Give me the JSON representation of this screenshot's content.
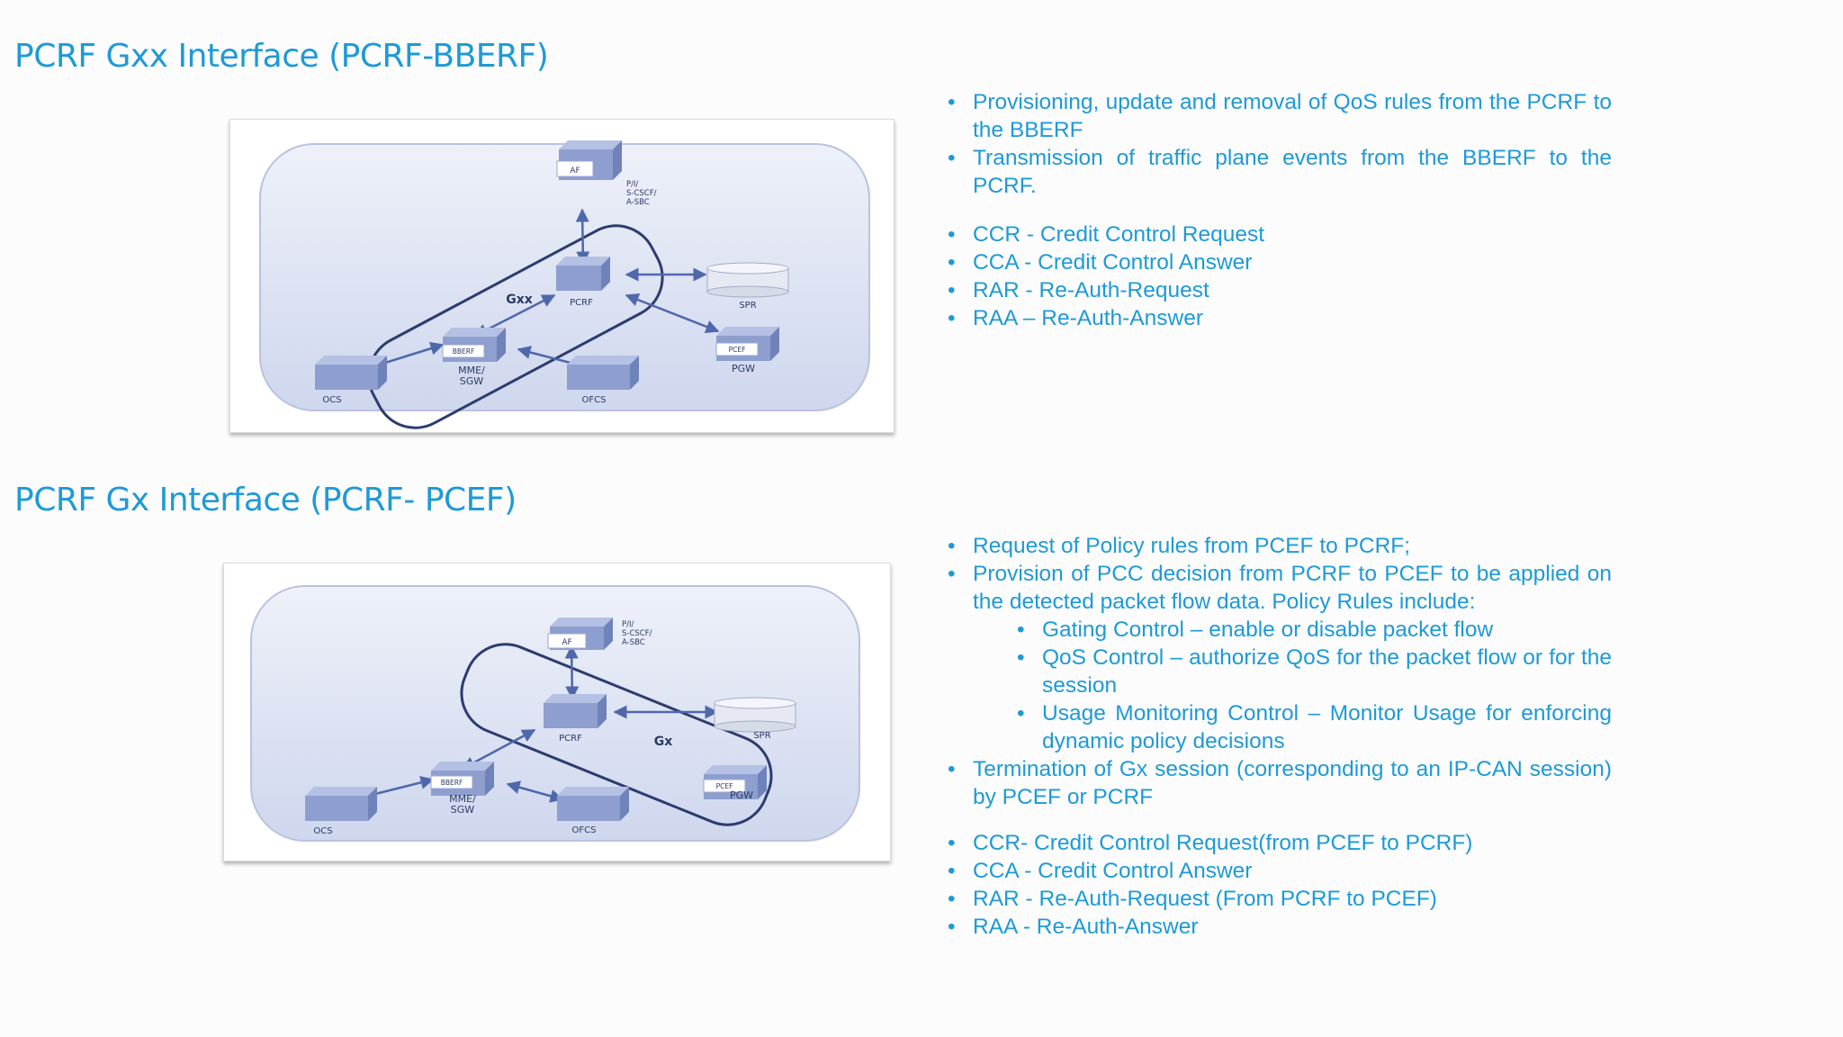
{
  "section1": {
    "title": "PCRF Gxx Interface (PCRF-BBERF)",
    "diagram": {
      "af": "AF",
      "af_note_lines": [
        "P/I/",
        "S-CSCF/",
        "A-SBC"
      ],
      "pcrf": "PCRF",
      "spr": "SPR",
      "interface": "Gxx",
      "bberf": "BBERF",
      "mme_lines": [
        "MME/",
        "SGW"
      ],
      "pcef": "PCEF",
      "pgw": "PGW",
      "ocs": "OCS",
      "ofcs": "OFCS"
    },
    "bullets_a": [
      "Provisioning, update and removal of QoS rules from the PCRF to the BBERF",
      "Transmission of traffic plane events from the BBERF to the PCRF."
    ],
    "bullets_b": [
      "CCR - Credit Control Request",
      "CCA - Credit Control Answer",
      "RAR - Re-Auth-Request",
      "RAA – Re-Auth-Answer"
    ]
  },
  "section2": {
    "title": "PCRF Gx Interface (PCRF- PCEF)",
    "diagram": {
      "af": "AF",
      "af_note_lines": [
        "P/I/",
        "S-CSCF/",
        "A-SBC"
      ],
      "pcrf": "PCRF",
      "spr": "SPR",
      "interface": "Gx",
      "bberf": "BBERF",
      "mme_lines": [
        "MME/",
        "SGW"
      ],
      "pcef": "PCEF",
      "pgw": "PGW",
      "ocs": "OCS",
      "ofcs": "OFCS"
    },
    "bullets_a": [
      "Request of Policy rules from PCEF to PCRF;",
      "Provision of PCC decision from PCRF to PCEF to be applied on the detected packet flow data. Policy Rules include:"
    ],
    "sub_bullets": [
      "Gating Control – enable or disable packet flow",
      "QoS Control – authorize QoS for the packet flow or for the session",
      "Usage Monitoring Control – Monitor Usage for enforcing dynamic policy decisions"
    ],
    "bullets_c": [
      "Termination of Gx session (corresponding to an IP-CAN session) by PCEF or PCRF"
    ],
    "bullets_d": [
      "CCR- Credit Control Request(from PCEF to PCRF)",
      "CCA - Credit Control Answer",
      "RAR - Re-Auth-Request (From PCRF to PCEF)",
      "RAA - Re-Auth-Answer"
    ]
  },
  "colors": {
    "title": "#1e9ad6",
    "text": "#1e9ad6",
    "box_front": "#8e9fcf",
    "box_top": "#b4c1e4",
    "box_side": "#6f82ba",
    "panel": "#dde3f3",
    "arrow": "#4f68ac"
  }
}
